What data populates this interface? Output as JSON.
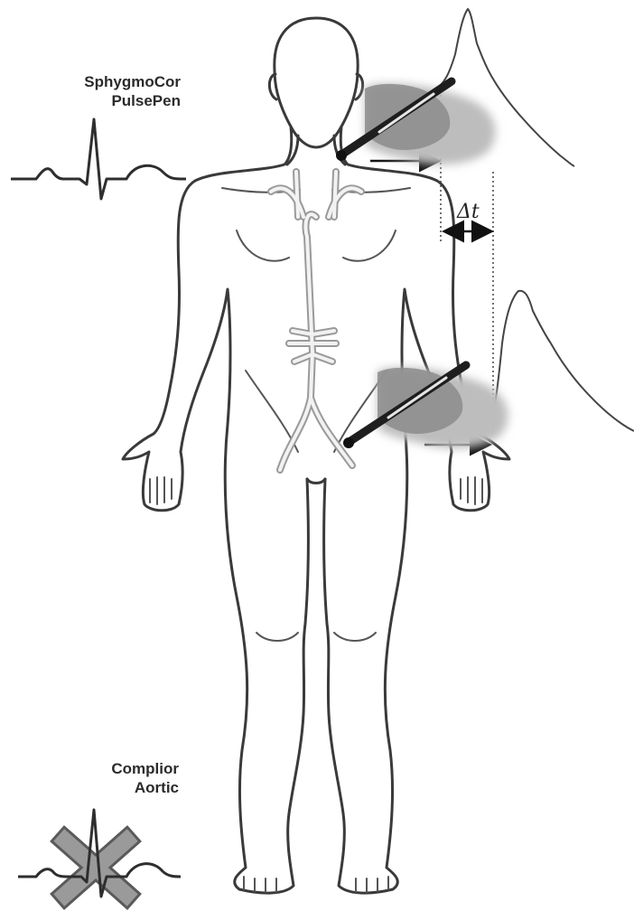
{
  "labels": {
    "device1_line1": "SphygmoCor",
    "device1_line2": "PulsePen",
    "device2_line1": "Complior",
    "device2_line2": "Aortic",
    "delta_t": "Δt"
  },
  "icons": {
    "device1": "ecg-waveform-icon",
    "device2": "crossed-ecg-waveform-icon",
    "probe": "hand-holding-tonometer-icon"
  },
  "colors": {
    "outline": "#3a3a3a",
    "artery": "#cfcfcf",
    "hand": "#9a9a9a",
    "cross_fill": "#8a8a8a"
  }
}
